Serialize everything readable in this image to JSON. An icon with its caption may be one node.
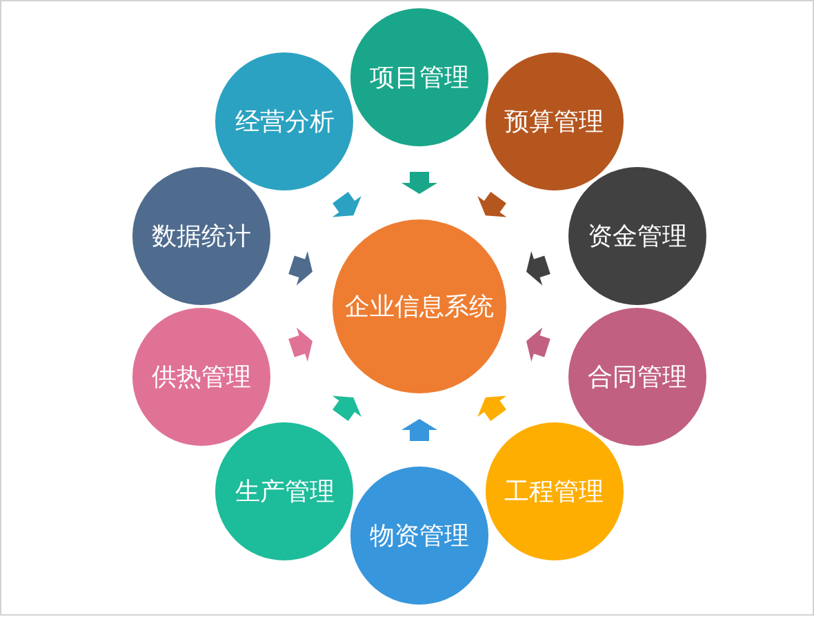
{
  "diagram": {
    "nodes": [
      {
        "text": [
          "项目管理"
        ]
      },
      {
        "text": [
          "经营分析"
        ]
      },
      {
        "text": [
          "预算管理"
        ]
      },
      {
        "text": [
          "数据统计"
        ]
      },
      {
        "text": [
          "资金管理"
        ]
      },
      {
        "text": [
          "企业信息系统"
        ]
      },
      {
        "text": [
          "供热管理"
        ]
      },
      {
        "text": [
          "合同管理"
        ]
      },
      {
        "text": [
          "生产管理"
        ]
      },
      {
        "text": [
          "工程管理"
        ]
      },
      {
        "text": [
          "物资管理"
        ]
      }
    ],
    "edges": [
      {
        "from": 0,
        "to": 5,
        "arrow": "to",
        "color": "#1aa68a"
      },
      {
        "from": 1,
        "to": 5,
        "arrow": "to",
        "color": "#2ba2c1"
      },
      {
        "from": 2,
        "to": 5,
        "arrow": "to",
        "color": "#b5561f"
      },
      {
        "from": 3,
        "to": 5,
        "arrow": "to",
        "color": "#4f6c8f"
      },
      {
        "from": 4,
        "to": 5,
        "arrow": "to",
        "color": "#414141"
      },
      {
        "from": 6,
        "to": 5,
        "arrow": "to",
        "color": "#e07296"
      },
      {
        "from": 7,
        "to": 5,
        "arrow": "to",
        "color": "#c16081"
      },
      {
        "from": 8,
        "to": 5,
        "arrow": "to",
        "color": "#1dbc9a"
      },
      {
        "from": 9,
        "to": 5,
        "arrow": "to",
        "color": "#fdae00"
      },
      {
        "from": 10,
        "to": 5,
        "arrow": "to",
        "color": "#3796dc"
      }
    ]
  }
}
